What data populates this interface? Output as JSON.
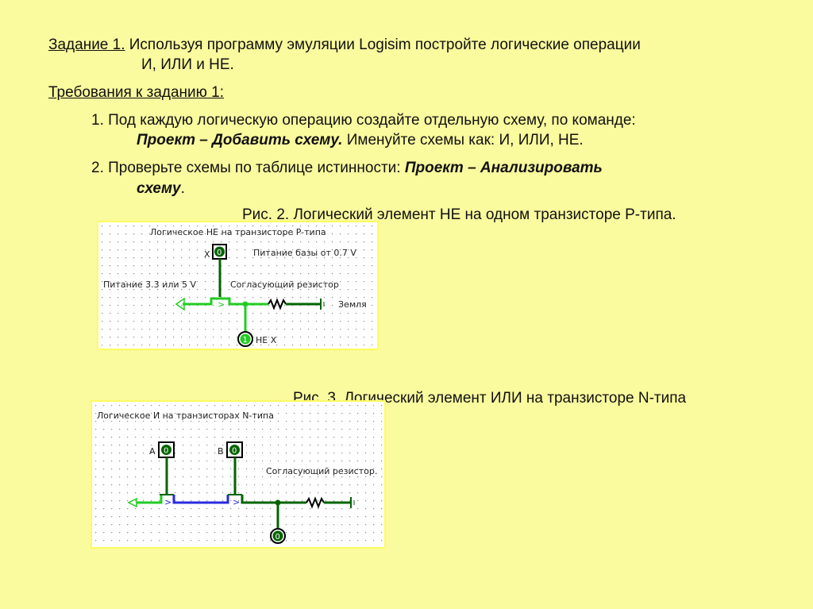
{
  "task": {
    "label": "Задание 1.",
    "text_line1": " Используя программу эмуляции Logisim постройте логические операции",
    "text_line2": "И, ИЛИ и НЕ."
  },
  "requirements": {
    "heading": "Требования к заданию 1:",
    "item1_prefix": "1. Под каждую логическую операцию создайте отдельную схему, по команде:",
    "item1_cmd": "Проект – Добавить схему.",
    "item1_suffix": " Именуйте схемы как: И, ИЛИ, НЕ.",
    "item2_prefix": "2. Проверьте схемы по таблице истинности: ",
    "item2_cmd1": "Проект – Анализировать",
    "item2_cmd2": "схему",
    "item2_end": "."
  },
  "figure2": {
    "caption": "Рис. 2. Логический элемент НЕ на одном транзисторе Р-типа.",
    "title": "Логическое НЕ на транзисторе P-типа",
    "input_label": "X",
    "input_value": "0",
    "base_label": "Питание базы от 0.7 V",
    "supply_label": "Питание 3.3 или 5 V",
    "resistor_label": "Согласующий резистор",
    "ground_label": "Земля",
    "output_value": "1",
    "output_label": "НЕ X"
  },
  "figure3": {
    "caption": "Рис. 3. Логический элемент ИЛИ на транзисторе N-типа",
    "title": "Логическое И на транзисторах N-типа",
    "input_a_label": "A",
    "input_a_value": "0",
    "input_b_label": "B",
    "input_b_value": "0",
    "resistor_label": "Согласующий резистор.",
    "output_value": "0"
  },
  "colors": {
    "background": "#fafa9e",
    "wire_on": "#22cc22",
    "wire_off": "#006400",
    "wire_blue": "#2a2ae0"
  }
}
